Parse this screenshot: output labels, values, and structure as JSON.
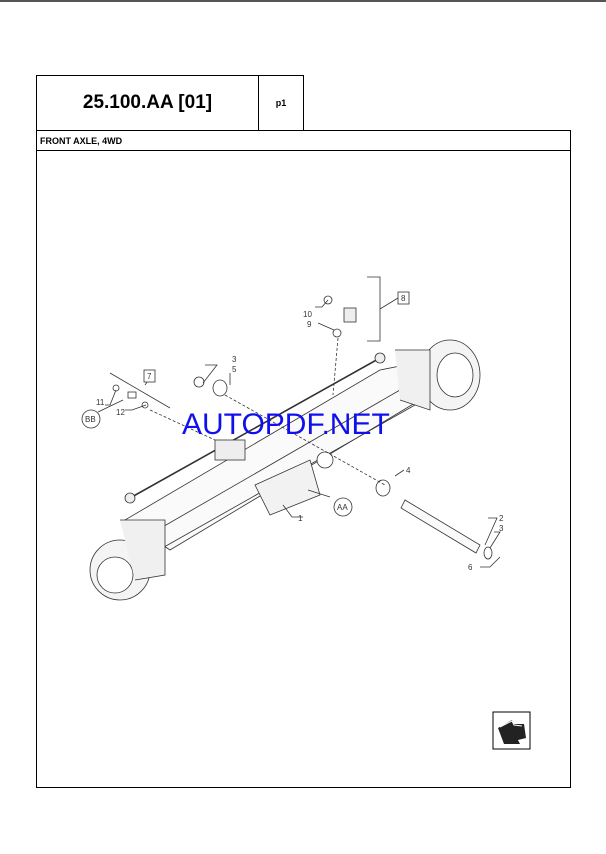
{
  "header": {
    "code": "25.100.AA [01]",
    "page": "p1"
  },
  "subtitle": "FRONT AXLE, 4WD",
  "callouts": {
    "c1": "1",
    "c2": "2",
    "c3a": "3",
    "c3b": "3",
    "c4": "4",
    "c5": "5",
    "c6": "6",
    "c7": "7",
    "c8": "8",
    "c9": "9",
    "c10": "10",
    "c11": "11",
    "c12": "12",
    "aa": "AA",
    "bb": "BB"
  },
  "watermark": "AUTOPDF.NET",
  "nav_icon": "next-page-arrow-icon"
}
